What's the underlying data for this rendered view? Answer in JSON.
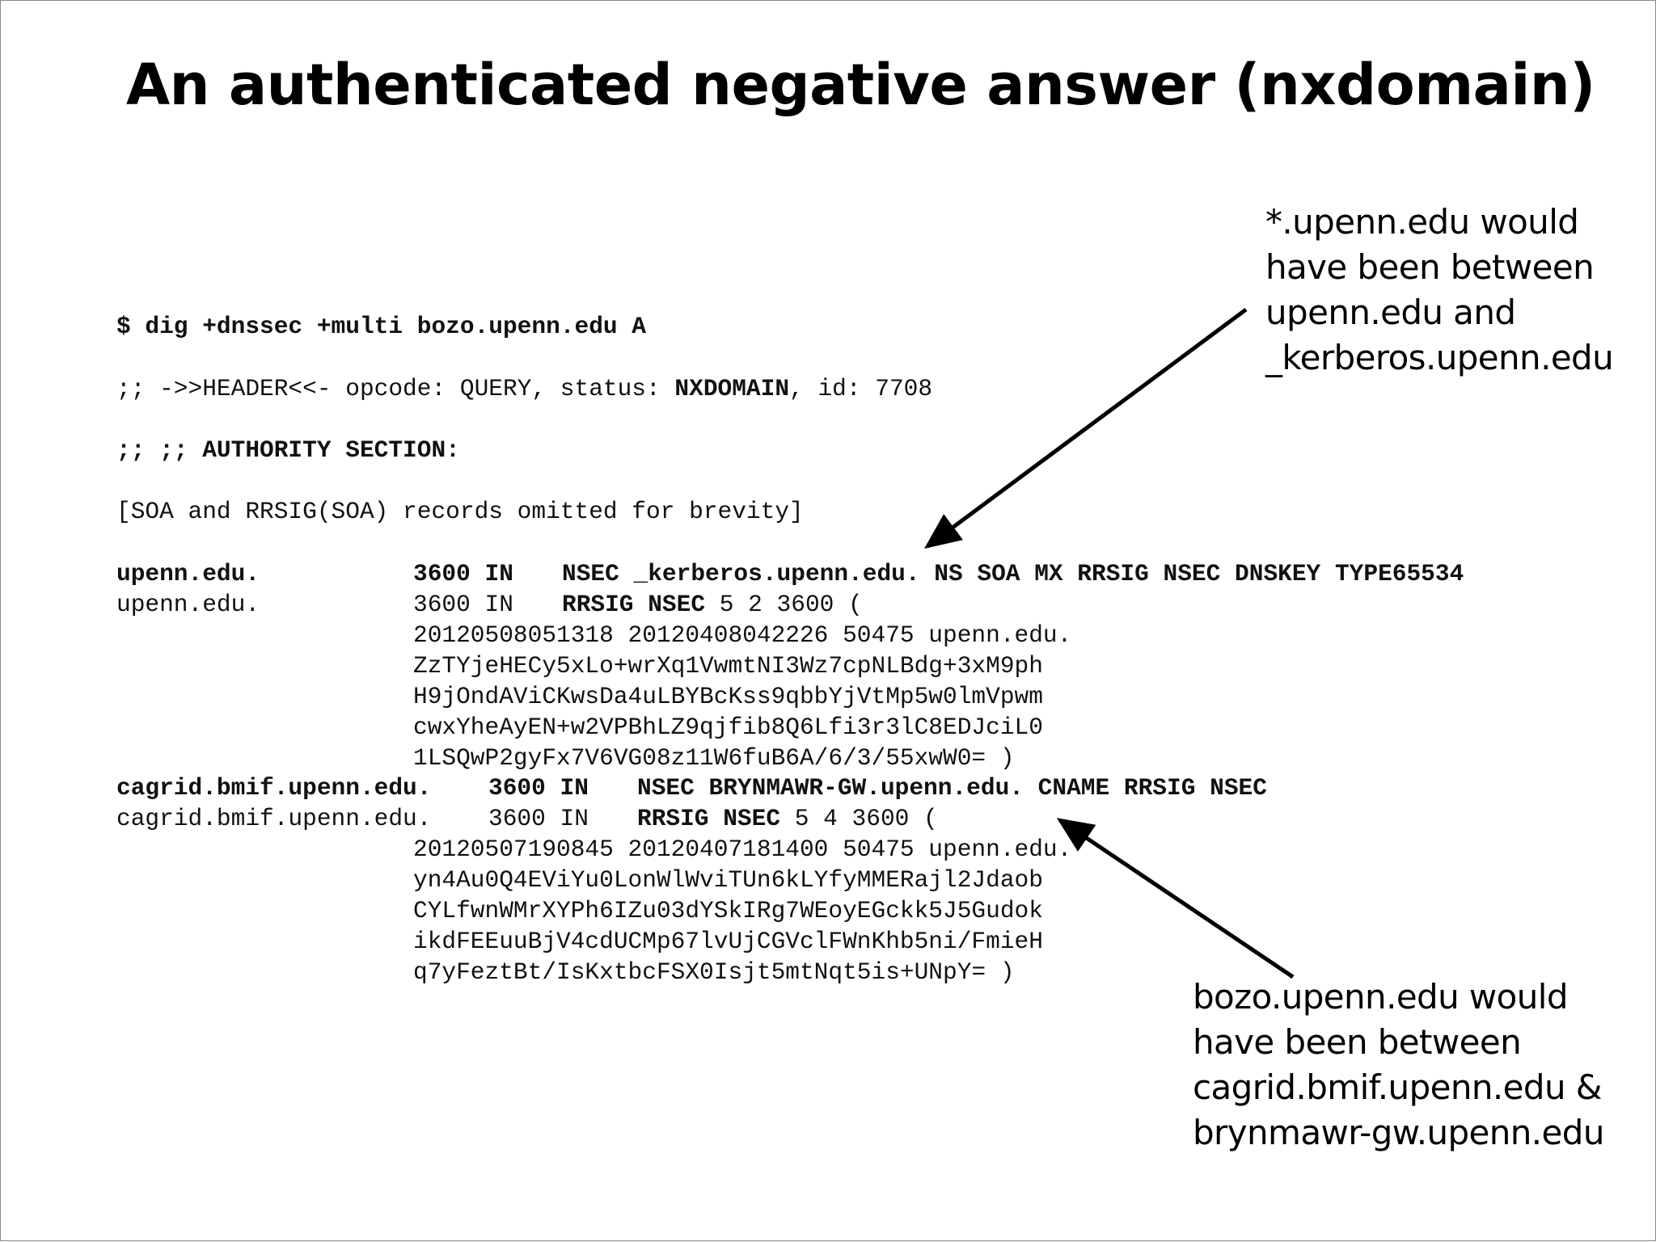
{
  "title": "An authenticated negative answer (nxdomain)",
  "command": "$ dig +dnssec +multi bozo.upenn.edu A",
  "header_line": {
    "prefix": ";; ->>HEADER<<- opcode: QUERY, status: ",
    "status": "NXDOMAIN",
    "suffix": ", id: 7708"
  },
  "authority_heading": ";; ;; AUTHORITY SECTION:",
  "omitted_note": "[SOA and RRSIG(SOA) records omitted for brevity]",
  "records": [
    {
      "nsec": {
        "owner": "upenn.edu.",
        "ttl_class": "3600 IN",
        "rdata": "NSEC _kerberos.upenn.edu. NS SOA MX RRSIG NSEC DNSKEY TYPE65534"
      },
      "rrsig": {
        "owner": "upenn.edu.",
        "ttl_class": "3600 IN",
        "type": "RRSIG NSEC",
        "params": " 5 2 3600 (",
        "lines": [
          "20120508051318 20120408042226 50475 upenn.edu.",
          "ZzTYjeHECy5xLo+wrXq1VwmtNI3Wz7cpNLBdg+3xM9ph",
          "H9jOndAViCKwsDa4uLBYBcKss9qbbYjVtMp5w0lmVpwm",
          "cwxYheAyEN+w2VPBhLZ9qjfib8Q6Lfi3r3lC8EDJciL0",
          "1LSQwP2gyFx7V6VG08z11W6fuB6A/6/3/55xwW0= )"
        ]
      }
    },
    {
      "nsec": {
        "owner": "cagrid.bmif.upenn.edu.",
        "ttl_class": "3600 IN",
        "rdata": "NSEC BRYNMAWR-GW.upenn.edu. CNAME RRSIG NSEC"
      },
      "rrsig": {
        "owner": "cagrid.bmif.upenn.edu.",
        "ttl_class": "3600 IN",
        "type": "RRSIG NSEC",
        "params": " 5 4 3600 (",
        "lines": [
          "20120507190845 20120407181400 50475 upenn.edu.",
          "yn4Au0Q4EViYu0LonWlWviTUn6kLYfyMMERajl2Jdaob",
          "CYLfwnWMrXYPh6IZu03dYSkIRg7WEoyEGckk5J5Gudok",
          "ikdFEEuuBjV4cdUCMp67lvUjCGVclFWnKhb5ni/FmieH",
          "q7yFeztBt/IsKxtbcFSX0Isjt5mtNqt5is+UNpY= )"
        ]
      }
    }
  ],
  "annotations": {
    "wildcard": [
      "*.upenn.edu would",
      "have been between",
      "upenn.edu and",
      "_kerberos.upenn.edu"
    ],
    "bozo": [
      "bozo.upenn.edu would",
      "have been between",
      "cagrid.bmif.upenn.edu &",
      "brynmawr-gw.upenn.edu"
    ]
  },
  "colors": {
    "text": "#000000",
    "background": "#ffffff"
  }
}
